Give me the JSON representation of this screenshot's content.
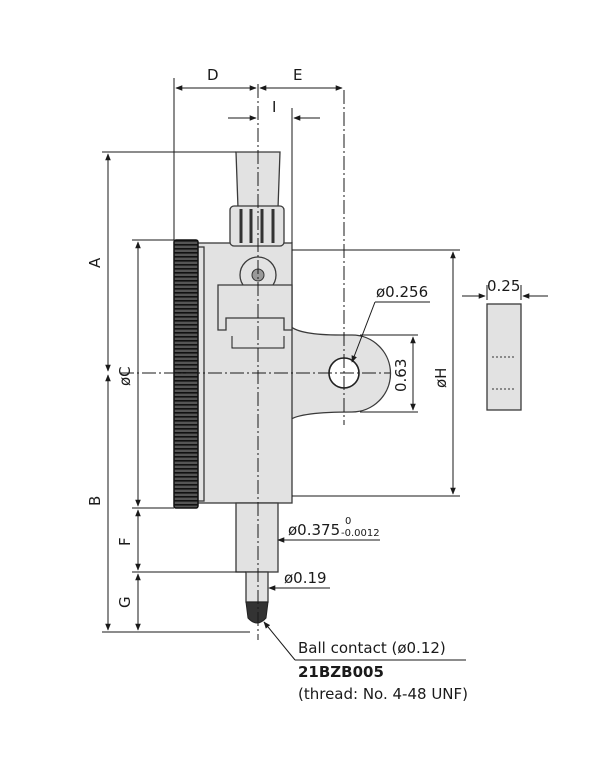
{
  "dimensions": {
    "D": "D",
    "E": "E",
    "I": "I",
    "A": "A",
    "C": "øC",
    "B": "B",
    "F": "F",
    "G": "G",
    "H": "øH",
    "lug_hole": "ø0.256",
    "lug_center": "0.63",
    "lug_thickness": "0.25",
    "stem_dia": "ø0.375",
    "stem_tol_upper": "0",
    "stem_tol_lower": "-0.0012",
    "spindle_dia": "ø0.19"
  },
  "notes": {
    "ball_contact": "Ball contact (ø0.12)",
    "part_number": "21BZB005",
    "thread": "(thread: No. 4-48 UNF)"
  }
}
